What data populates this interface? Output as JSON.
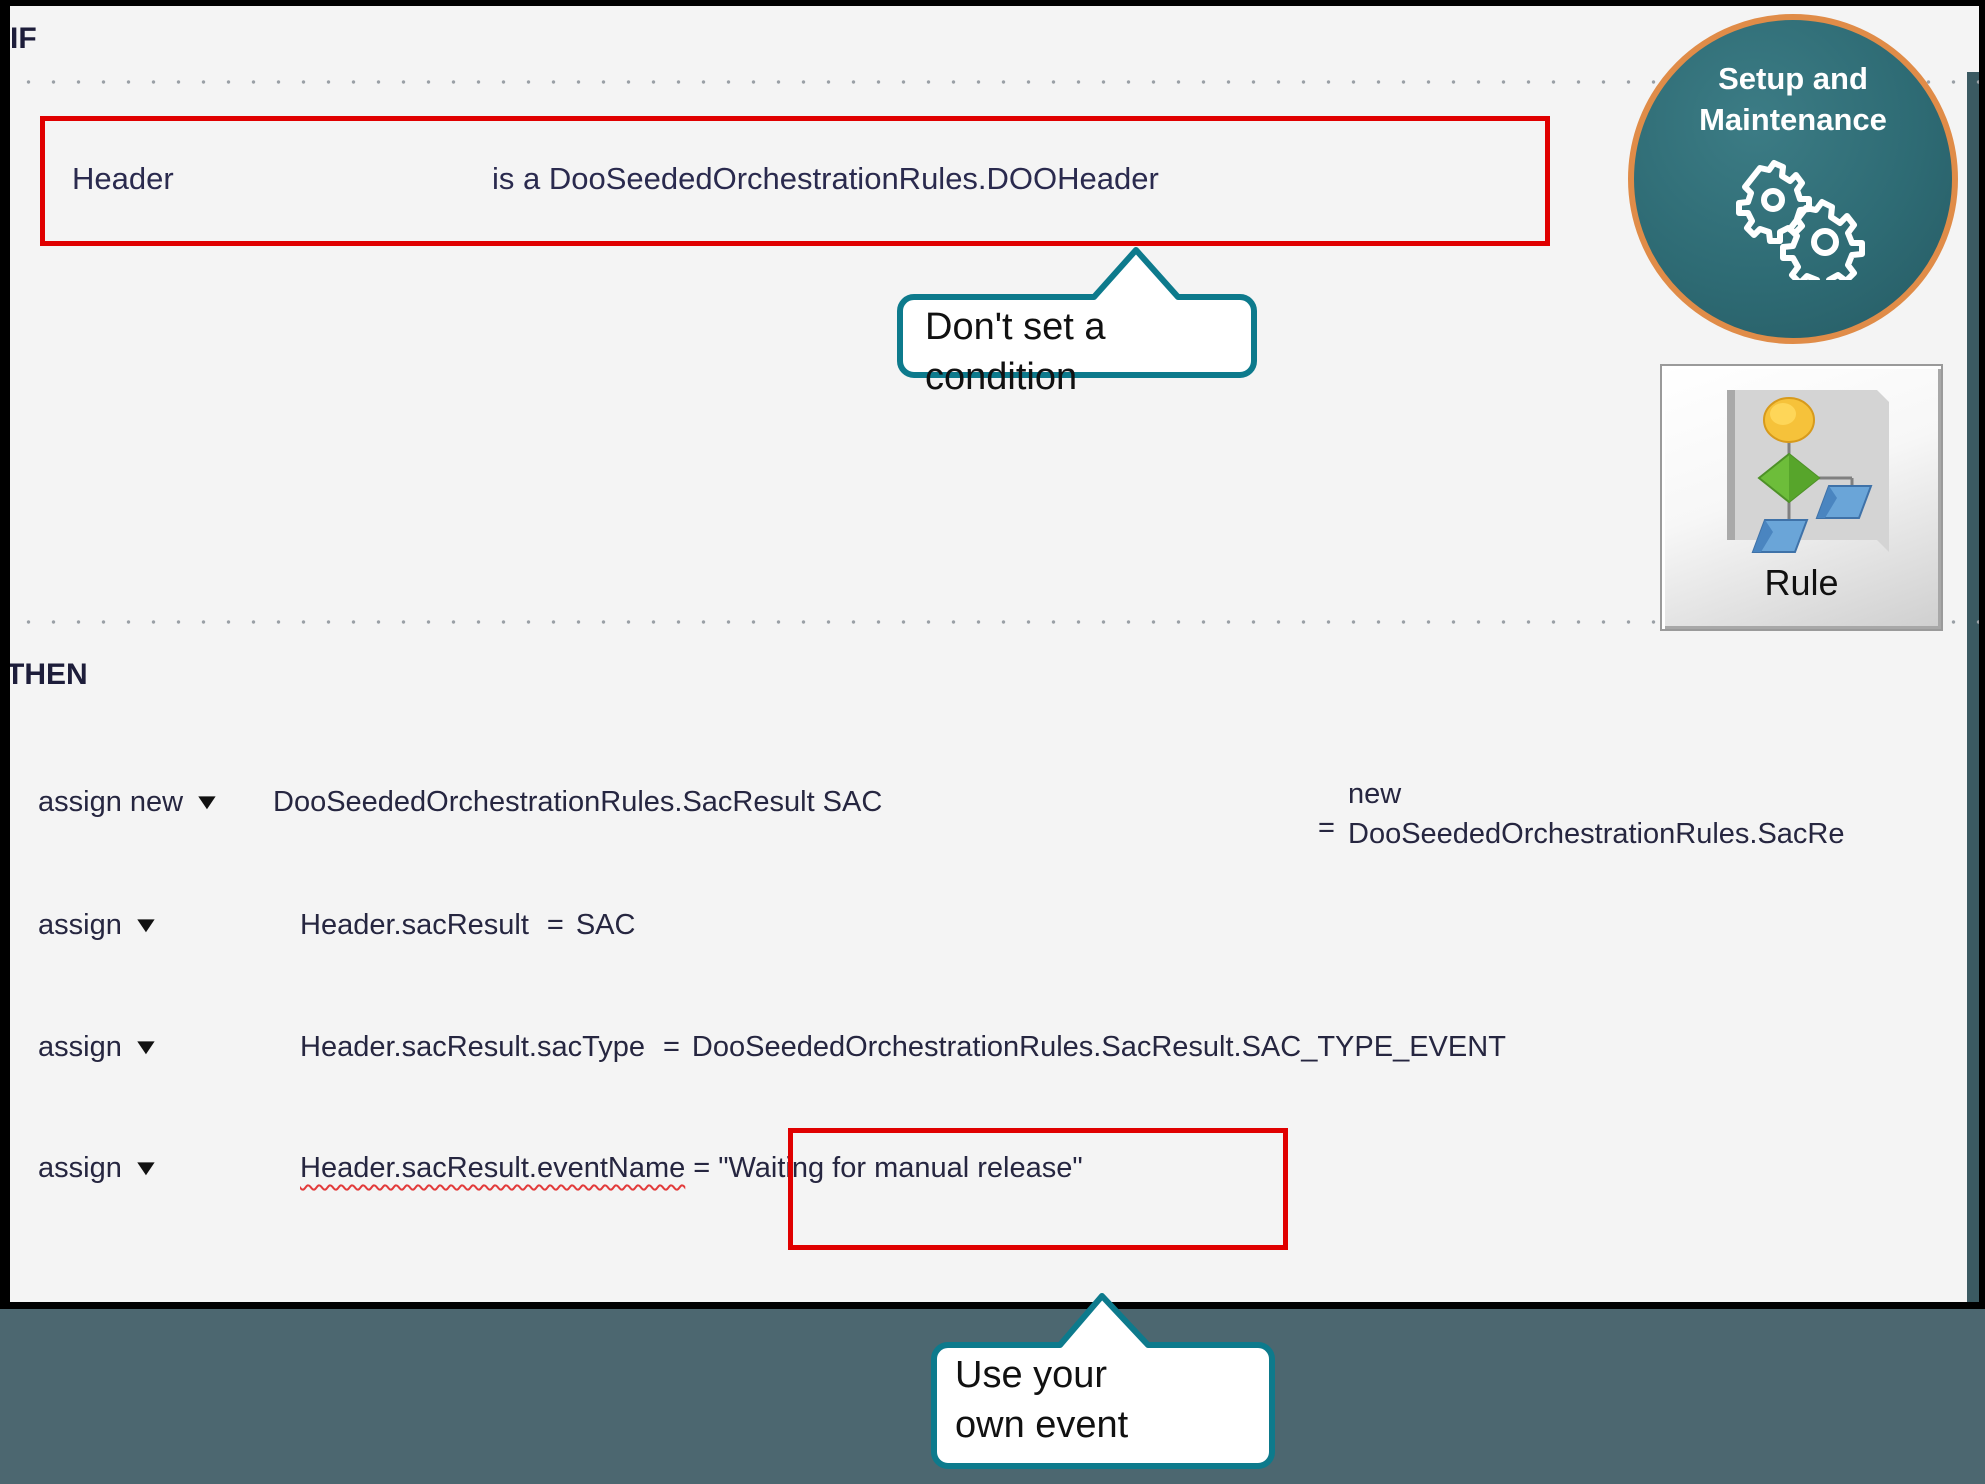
{
  "panel": {
    "if_label": "IF",
    "then_label": "THEN"
  },
  "condition": {
    "term": "Header",
    "expression": "is a DooSeededOrchestrationRules.DOOHeader"
  },
  "actions": [
    {
      "operator": "assign new",
      "caret": "▼",
      "left": "DooSeededOrchestrationRules.SacResult   SAC",
      "equals": "=",
      "right_line1": "new",
      "right_line2": "DooSeededOrchestrationRules.SacRe"
    },
    {
      "operator": "assign",
      "caret": "▼",
      "left": "Header.sacResult",
      "equals": "=",
      "right": "SAC"
    },
    {
      "operator": "assign",
      "caret": "▼",
      "left": "Header.sacResult.sacType",
      "equals": "=",
      "right": "DooSeededOrchestrationRules.SacResult.SAC_TYPE_EVENT"
    },
    {
      "operator": "assign",
      "caret": "▼",
      "left": "Header.sacResult.eventName",
      "equals": "=",
      "right": "\"Waiting for manual release\""
    }
  ],
  "badge": {
    "title_line1": "Setup and",
    "title_line2": "Maintenance",
    "icon": "gears-icon",
    "ring_color": "#e08c48",
    "fill_color": "#2e6b74"
  },
  "rule_tool": {
    "label": "Rule",
    "icon": "rule-flow-icon"
  },
  "callouts": [
    {
      "line1": "Don't set a",
      "line2": "condition",
      "color": "#0d7a8c"
    },
    {
      "line1": "Use your",
      "line2": "own event",
      "color": "#0d7a8c"
    }
  ],
  "highlights": {
    "color": "#e00000",
    "targets": [
      "condition-row",
      "event-name-value"
    ]
  }
}
